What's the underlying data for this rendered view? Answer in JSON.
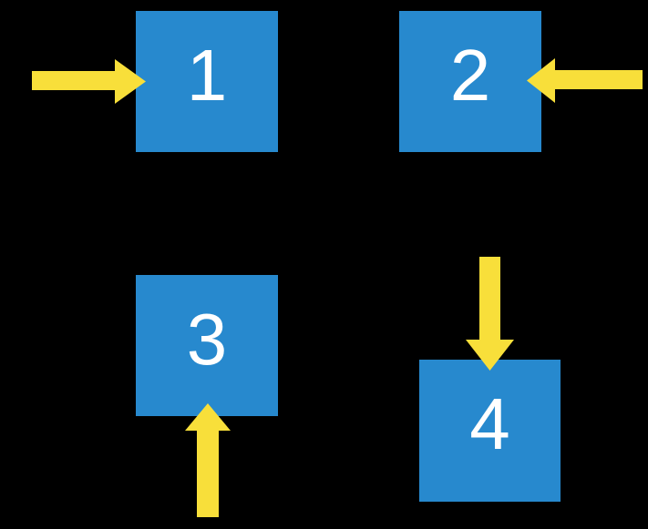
{
  "diagram": {
    "description": "Four numbered blue squares on a black background, each indicated by a yellow arrow",
    "squares": [
      {
        "label": "1",
        "position": "top-left",
        "arrow_direction": "right",
        "arrow_from_side": "left"
      },
      {
        "label": "2",
        "position": "top-right",
        "arrow_direction": "left",
        "arrow_from_side": "right"
      },
      {
        "label": "3",
        "position": "bottom-left",
        "arrow_direction": "up",
        "arrow_from_side": "bottom"
      },
      {
        "label": "4",
        "position": "bottom-right",
        "arrow_direction": "down",
        "arrow_from_side": "top"
      }
    ]
  },
  "colors": {
    "background": "#000000",
    "square_fill": "#2789CE",
    "label_color": "#FFFFFF",
    "arrow_fill": "#F8DF3A"
  }
}
